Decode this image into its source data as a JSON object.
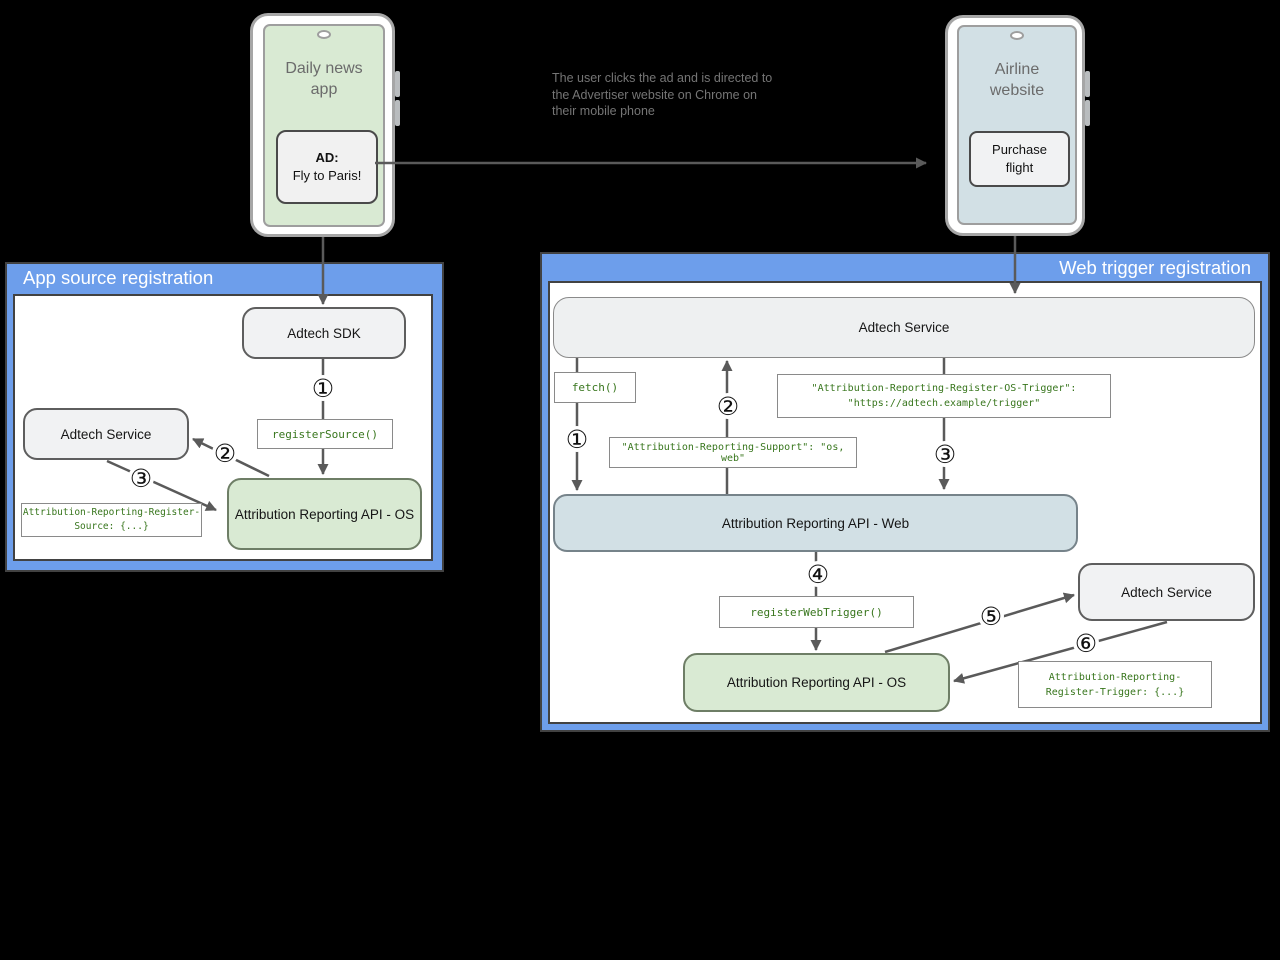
{
  "phone_left": {
    "title": "Daily news\napp",
    "ad_label": "AD:",
    "ad_text": "Fly to Paris!"
  },
  "phone_right": {
    "title": "Airline\nwebsite",
    "button": "Purchase\nflight"
  },
  "annotation": {
    "text": "The user clicks the ad and is directed to\nthe Advertiser website on Chrome on\ntheir mobile phone"
  },
  "left_panel": {
    "title": "App source registration",
    "adtech_sdk": "Adtech SDK",
    "register_source": "registerSource()",
    "adtech_service": "Adtech Service",
    "api_os": "Attribution Reporting API - OS",
    "register_source_header": "Attribution-Reporting-Register-\nSource: {...}",
    "steps": [
      "①",
      "②",
      "③"
    ]
  },
  "right_panel": {
    "title": "Web trigger registration",
    "adtech_service_top": "Adtech Service",
    "fetch": "fetch()",
    "support_header": "\"Attribution-Reporting-Support\": \"os, web\"",
    "os_trigger_header": "\"Attribution-Reporting-Register-OS-Trigger\":\n\"https://adtech.example/trigger\"",
    "api_web": "Attribution Reporting API - Web",
    "register_web_trigger": "registerWebTrigger()",
    "api_os": "Attribution Reporting API - OS",
    "adtech_service_right": "Adtech Service",
    "register_trigger_header": "Attribution-Reporting-\nRegister-Trigger: {...}",
    "steps": [
      "①",
      "②",
      "③",
      "④",
      "⑤",
      "⑥"
    ]
  },
  "colors": {
    "panel_blue": "#6d9eeb",
    "node_green": "#d9ead3",
    "node_light_blue": "#d2e0e5",
    "node_gray": "#f1f2f3",
    "code_green": "#38761d",
    "arrow_gray": "#5a5a5a"
  }
}
